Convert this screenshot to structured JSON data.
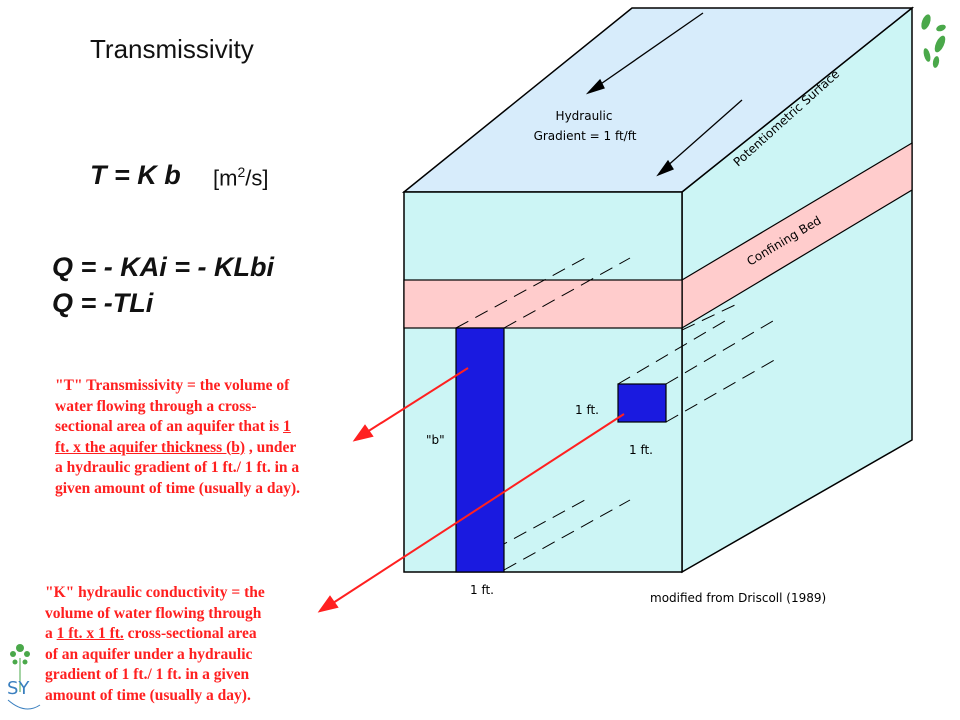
{
  "slide": {
    "title": "Transmissivity",
    "eq_t": "T = K b",
    "eq_t_unit_base": "[m",
    "eq_t_unit_exp": "2",
    "eq_t_unit_tail": "/s]",
    "eq_q1": "Q = - KAi = - KLbi",
    "eq_q2": "Q = -TLi"
  },
  "diagram": {
    "hydraulic_line1": "Hydraulic",
    "hydraulic_line2": "Gradient = 1 ft/ft",
    "potentiometric_label": "Potentiometric Surface",
    "confining_label": "Confining Bed",
    "b_label": "\"b\"",
    "column_width_label": "1 ft.",
    "cube_height_label": "1 ft.",
    "cube_width_label": "1 ft.",
    "credit": "modified from Driscoll (1989)"
  },
  "note_t": {
    "line1": "\"T\" Transmissivity = the volume of",
    "line2": "water flowing through a cross-",
    "line3_pre": "sectional area of an aquifer that is ",
    "line3_ul": "1",
    "line4_ul": "ft. x the aquifer thickness (b)",
    "line4_post": " , under",
    "line5": "a hydraulic gradient of 1 ft./ 1 ft. in a",
    "line6": "given amount of time (usually a day)."
  },
  "note_k": {
    "line1": "\"K\" hydraulic conductivity = the",
    "line2": "volume of water flowing through",
    "line3_pre": "a ",
    "line3_ul": "1 ft. x 1 ft.",
    "line3_post": " cross-sectional area",
    "line4": "of an aquifer under a hydraulic",
    "line5": "gradient of 1 ft./ 1 ft. in a given",
    "line6": "amount of time (usually a day)."
  },
  "logo": {
    "text": "SY"
  },
  "colors": {
    "aquifer": "#ccf5f5",
    "top_surface": "#d7ecfb",
    "confining_bed": "#ffcccc",
    "column": "#1a1ae0",
    "arrow": "#ff2020",
    "leaf": "#4aa84a"
  }
}
